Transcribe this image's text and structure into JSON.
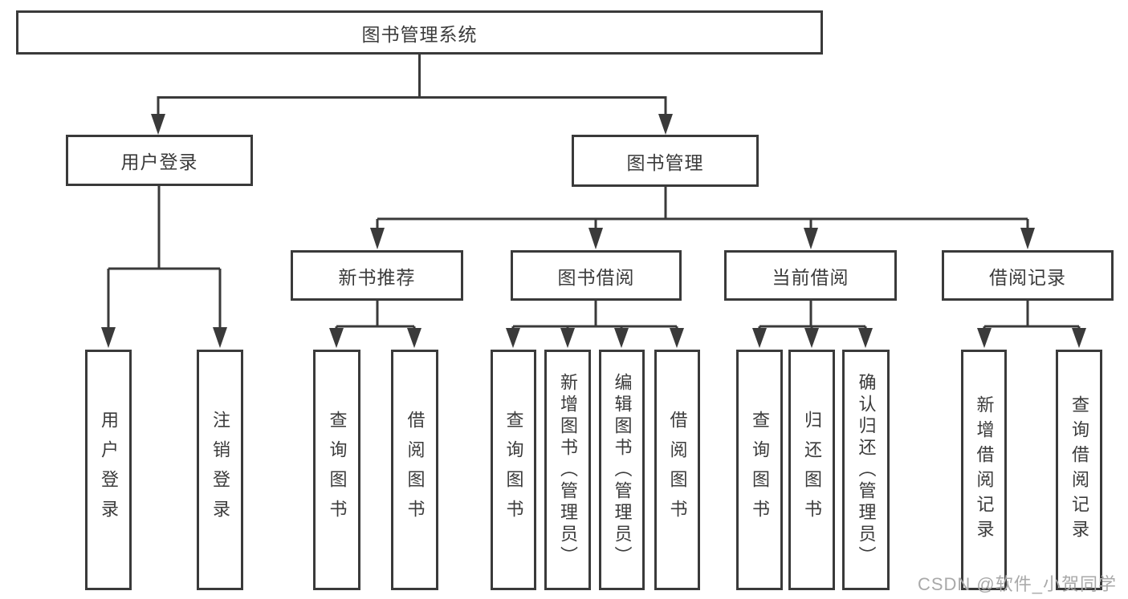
{
  "tree": {
    "root": {
      "label": "图书管理系统"
    },
    "branches": [
      {
        "label": "用户登录",
        "children": [
          {
            "label": "用户登录"
          },
          {
            "label": "注销登录"
          }
        ]
      },
      {
        "label": "图书管理",
        "children": [
          {
            "label": "新书推荐",
            "children": [
              {
                "label": "查询图书"
              },
              {
                "label": "借阅图书"
              }
            ]
          },
          {
            "label": "图书借阅",
            "children": [
              {
                "label": "查询图书"
              },
              {
                "label": "新增图书（管理员）"
              },
              {
                "label": "编辑图书（管理员）"
              },
              {
                "label": "借阅图书"
              }
            ]
          },
          {
            "label": "当前借阅",
            "children": [
              {
                "label": "查询图书"
              },
              {
                "label": "归还图书"
              },
              {
                "label": "确认归还（管理员）"
              }
            ]
          },
          {
            "label": "借阅记录",
            "children": [
              {
                "label": "新增借阅记录"
              },
              {
                "label": "查询借阅记录"
              }
            ]
          }
        ]
      }
    ]
  },
  "watermark": {
    "text": "CSDN @软件_小贺同学"
  },
  "colors": {
    "line": "#3a3a3a",
    "text": "#3b3b3b",
    "watermark": "#a9a9a9",
    "background": "#ffffff"
  }
}
